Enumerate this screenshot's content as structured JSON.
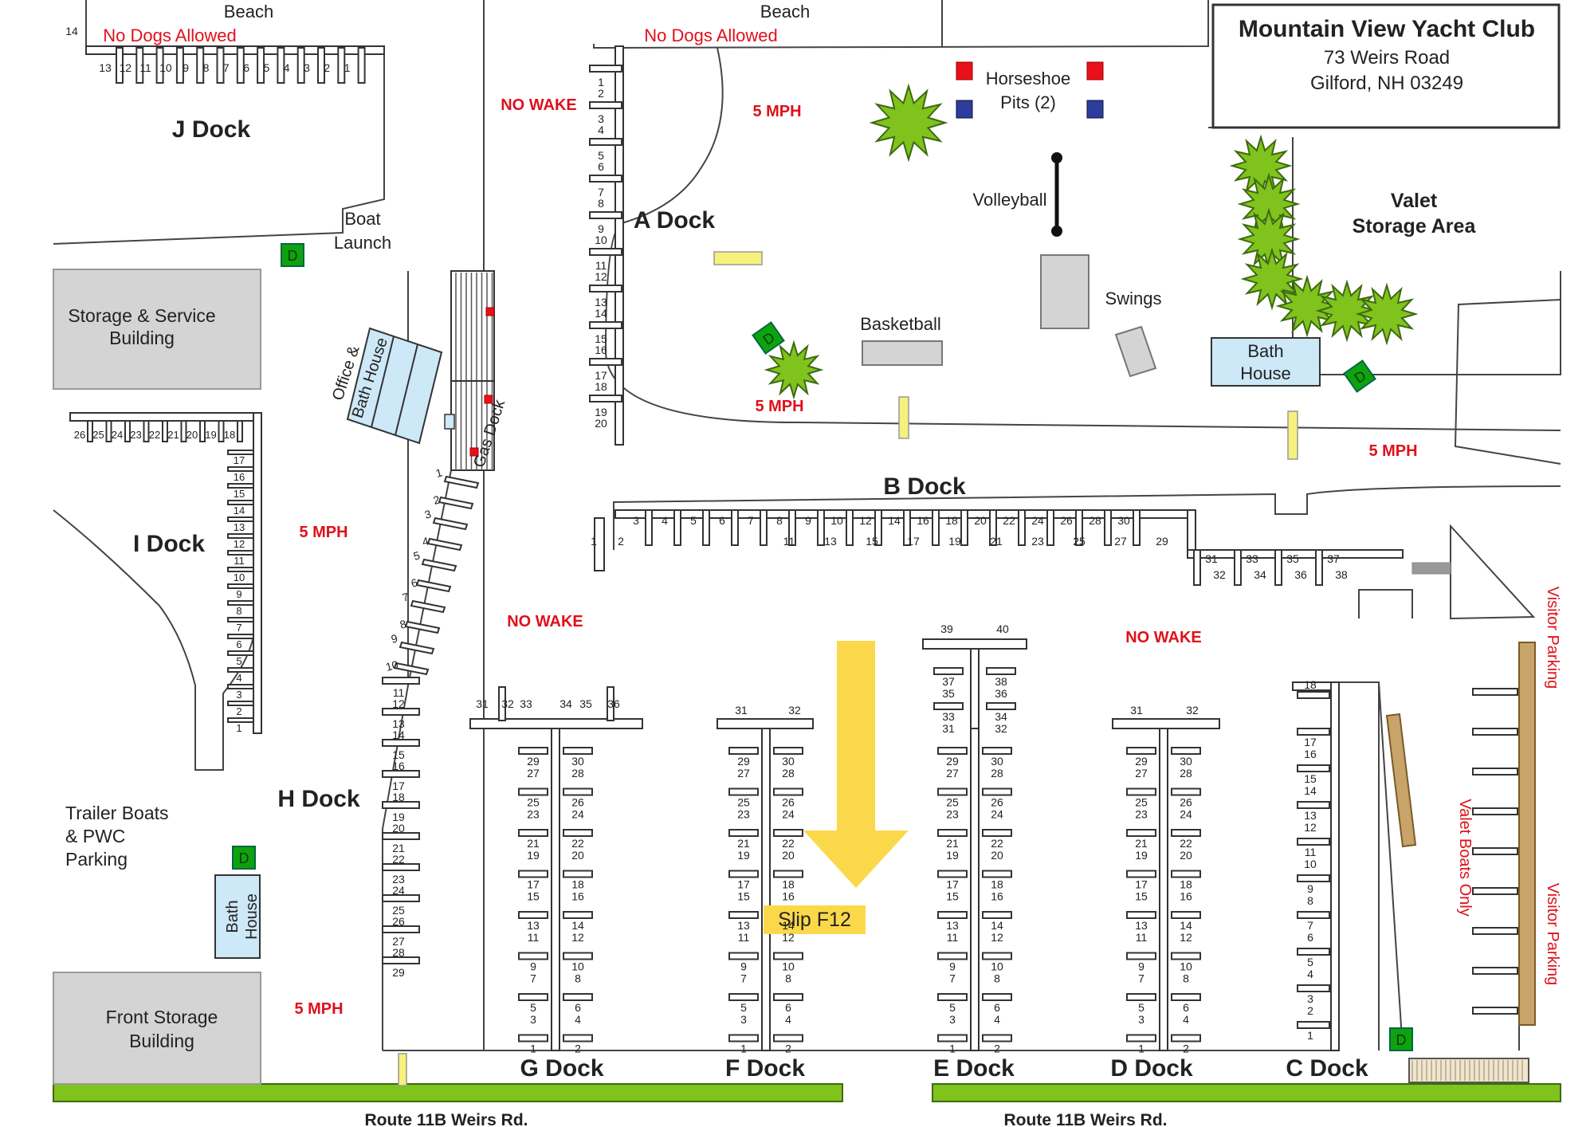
{
  "title": {
    "name": "Mountain View Yacht Club",
    "address1": "73 Weirs Road",
    "address2": "Gilford, NH 03249"
  },
  "colors": {
    "warning": "#e0101a",
    "grass": "#7fc31c",
    "tree": "#7fc31c",
    "building_gray": "#d4d4d4",
    "bath_blue": "#cde8f7",
    "yellow_marker": "#f6f17a",
    "arrow": "#fbd84a",
    "horseshoe_red": "#e8101a",
    "horseshoe_blue": "#2c3d9e",
    "dumpster": "#0ea30e"
  },
  "labels": {
    "beach": "Beach",
    "no_dogs": "No Dogs Allowed",
    "j_dock": "J Dock",
    "boat": "Boat",
    "launch": "Launch",
    "storage1": "Storage & Service",
    "storage2": "Building",
    "office1": "Office &",
    "office2": "Bath House",
    "gas_dock": "Gas Dock",
    "i_dock": "I Dock",
    "h_dock": "H Dock",
    "a_dock": "A Dock",
    "b_dock": "B Dock",
    "g_dock": "G Dock",
    "f_dock": "F Dock",
    "e_dock": "E Dock",
    "d_dock": "D Dock",
    "c_dock": "C Dock",
    "no_wake": "NO WAKE",
    "mph": "5 MPH",
    "horseshoe1": "Horseshoe",
    "horseshoe2": "Pits (2)",
    "volleyball": "Volleyball",
    "swings": "Swings",
    "basketball": "Basketball",
    "bath1": "Bath",
    "bath2": "House",
    "valet1": "Valet",
    "valet2": "Storage Area",
    "trailer1": "Trailer Boats",
    "trailer2": "& PWC",
    "trailer3": "Parking",
    "front1": "Front Storage",
    "front2": "Building",
    "route": "Route 11B Weirs Rd.",
    "visitor_parking": "Visitor Parking",
    "valet_boats": "Valet Boats Only",
    "slip_f12": "Slip F12",
    "dumpster": "D"
  },
  "slips": {
    "j_top": [
      "13",
      "12",
      "11",
      "10",
      "9",
      "8",
      "7",
      "6",
      "5",
      "4",
      "3",
      "2",
      "1"
    ],
    "j_corner": "14",
    "i_top": [
      "26",
      "25",
      "24",
      "23",
      "22",
      "21",
      "20",
      "19",
      "18"
    ],
    "i_side": [
      "17",
      "16",
      "15",
      "14",
      "13",
      "12",
      "11",
      "10",
      "9",
      "8",
      "7",
      "6",
      "5",
      "4",
      "3",
      "2",
      "1"
    ],
    "a_side": [
      "1",
      "2",
      "3",
      "4",
      "5",
      "6",
      "7",
      "8",
      "9",
      "10",
      "11",
      "12",
      "13",
      "14",
      "15",
      "16",
      "17",
      "18",
      "19",
      "20"
    ],
    "h_side": [
      "1",
      "2",
      "3",
      "4",
      "5",
      "6",
      "7",
      "8",
      "9",
      "10",
      "11",
      "12",
      "13",
      "14",
      "15",
      "16",
      "17",
      "18",
      "19",
      "20",
      "21",
      "22",
      "23",
      "24",
      "25",
      "26",
      "27",
      "28",
      "29"
    ],
    "b_top": [
      "3",
      "4",
      "5",
      "6",
      "7",
      "8",
      "9",
      "10",
      "12",
      "14",
      "16",
      "18",
      "20",
      "22",
      "24",
      "26",
      "28",
      "30"
    ],
    "b_bottom": [
      "1",
      "2",
      "11",
      "13",
      "15",
      "17",
      "19",
      "21",
      "23",
      "25",
      "27",
      "29"
    ],
    "b_ext_top": [
      "31",
      "33",
      "35",
      "37"
    ],
    "b_ext_bottom": [
      "32",
      "34",
      "36",
      "38"
    ],
    "g_top": [
      "31",
      "32",
      "33",
      "34",
      "35",
      "36"
    ],
    "pairs_odd": [
      "29\n27",
      "25\n23",
      "21\n19",
      "17\n15",
      "13\n11",
      "9\n7",
      "5\n3",
      "1"
    ],
    "pairs_even": [
      "30\n28",
      "26\n24",
      "22\n20",
      "18\n16",
      "14\n12",
      "10\n8",
      "6\n4",
      "2"
    ],
    "fd_top": [
      "31",
      "32"
    ],
    "e_top": [
      "39",
      "40"
    ],
    "e_extra_odd": [
      "37\n35",
      "33\n31"
    ],
    "e_extra_even": [
      "38\n36",
      "34\n32"
    ],
    "c_side": [
      "18",
      "17\n16",
      "15\n14",
      "13\n12",
      "11\n10",
      "9\n8",
      "7\n6",
      "5\n4",
      "3\n2",
      "1"
    ]
  }
}
